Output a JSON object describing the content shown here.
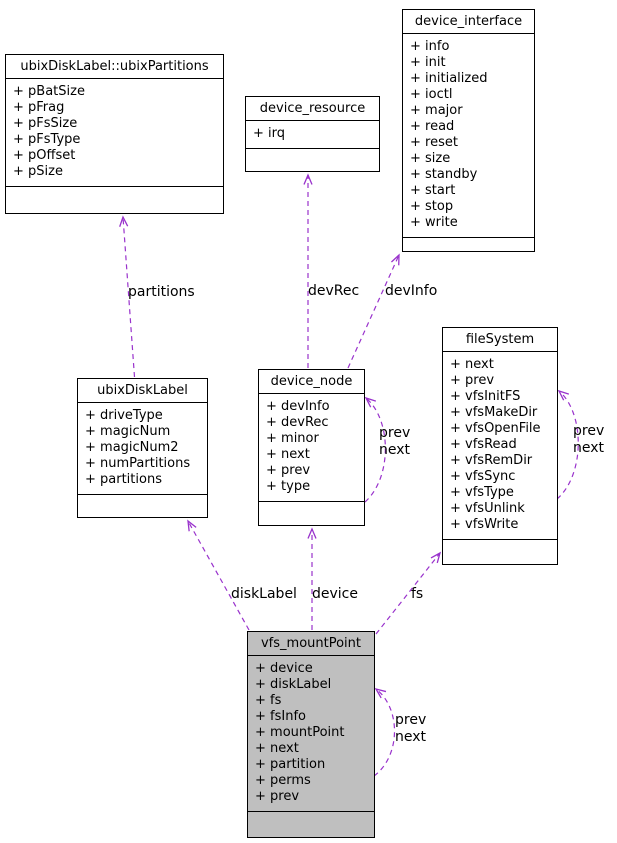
{
  "diagram": {
    "kind": "uml-collaboration-diagram",
    "arrow_color": "#9932CC",
    "highlight_fill": "#BFBFBF",
    "background": "#FFFFFF",
    "border_color": "#000000",
    "text_color": "#000000"
  },
  "classes": [
    {
      "id": "ubixPartitions",
      "title": "ubixDiskLabel::ubixPartitions",
      "highlighted": false,
      "fields": [
        "+ pBatSize",
        "+ pFrag",
        "+ pFsSize",
        "+ pFsType",
        "+ pOffset",
        "+ pSize"
      ]
    },
    {
      "id": "device_resource",
      "title": "device_resource",
      "highlighted": false,
      "fields": [
        "+ irq"
      ]
    },
    {
      "id": "device_interface",
      "title": "device_interface",
      "highlighted": false,
      "fields": [
        "+ info",
        "+ init",
        "+ initialized",
        "+ ioctl",
        "+ major",
        "+ read",
        "+ reset",
        "+ size",
        "+ standby",
        "+ start",
        "+ stop",
        "+ write"
      ]
    },
    {
      "id": "ubixDiskLabel",
      "title": "ubixDiskLabel",
      "highlighted": false,
      "fields": [
        "+ driveType",
        "+ magicNum",
        "+ magicNum2",
        "+ numPartitions",
        "+ partitions"
      ]
    },
    {
      "id": "device_node",
      "title": "device_node",
      "highlighted": false,
      "fields": [
        "+ devInfo",
        "+ devRec",
        "+ minor",
        "+ next",
        "+ prev",
        "+ type"
      ]
    },
    {
      "id": "fileSystem",
      "title": "fileSystem",
      "highlighted": false,
      "fields": [
        "+ next",
        "+ prev",
        "+ vfsInitFS",
        "+ vfsMakeDir",
        "+ vfsOpenFile",
        "+ vfsRead",
        "+ vfsRemDir",
        "+ vfsSync",
        "+ vfsType",
        "+ vfsUnlink",
        "+ vfsWrite"
      ]
    },
    {
      "id": "vfs_mountPoint",
      "title": "vfs_mountPoint",
      "highlighted": true,
      "fields": [
        "+ device",
        "+ diskLabel",
        "+ fs",
        "+ fsInfo",
        "+ mountPoint",
        "+ next",
        "+ partition",
        "+ perms",
        "+ prev"
      ]
    }
  ],
  "edges": [
    {
      "from": "ubixDiskLabel",
      "to": "ubixDiskLabel::ubixPartitions",
      "style": "dashed",
      "labels": [
        "partitions"
      ]
    },
    {
      "from": "device_node",
      "to": "device_resource",
      "style": "dashed",
      "labels": [
        "devRec"
      ]
    },
    {
      "from": "device_node",
      "to": "device_interface",
      "style": "dashed",
      "labels": [
        "devInfo"
      ]
    },
    {
      "from": "device_node",
      "to": "device_node",
      "style": "dashed",
      "labels": [
        "prev",
        "next"
      ]
    },
    {
      "from": "fileSystem",
      "to": "fileSystem",
      "style": "dashed",
      "labels": [
        "prev",
        "next"
      ]
    },
    {
      "from": "vfs_mountPoint",
      "to": "ubixDiskLabel",
      "style": "dashed",
      "labels": [
        "diskLabel"
      ]
    },
    {
      "from": "vfs_mountPoint",
      "to": "device_node",
      "style": "dashed",
      "labels": [
        "device"
      ]
    },
    {
      "from": "vfs_mountPoint",
      "to": "fileSystem",
      "style": "dashed",
      "labels": [
        "fs"
      ]
    },
    {
      "from": "vfs_mountPoint",
      "to": "vfs_mountPoint",
      "style": "dashed",
      "labels": [
        "prev",
        "next"
      ]
    }
  ]
}
